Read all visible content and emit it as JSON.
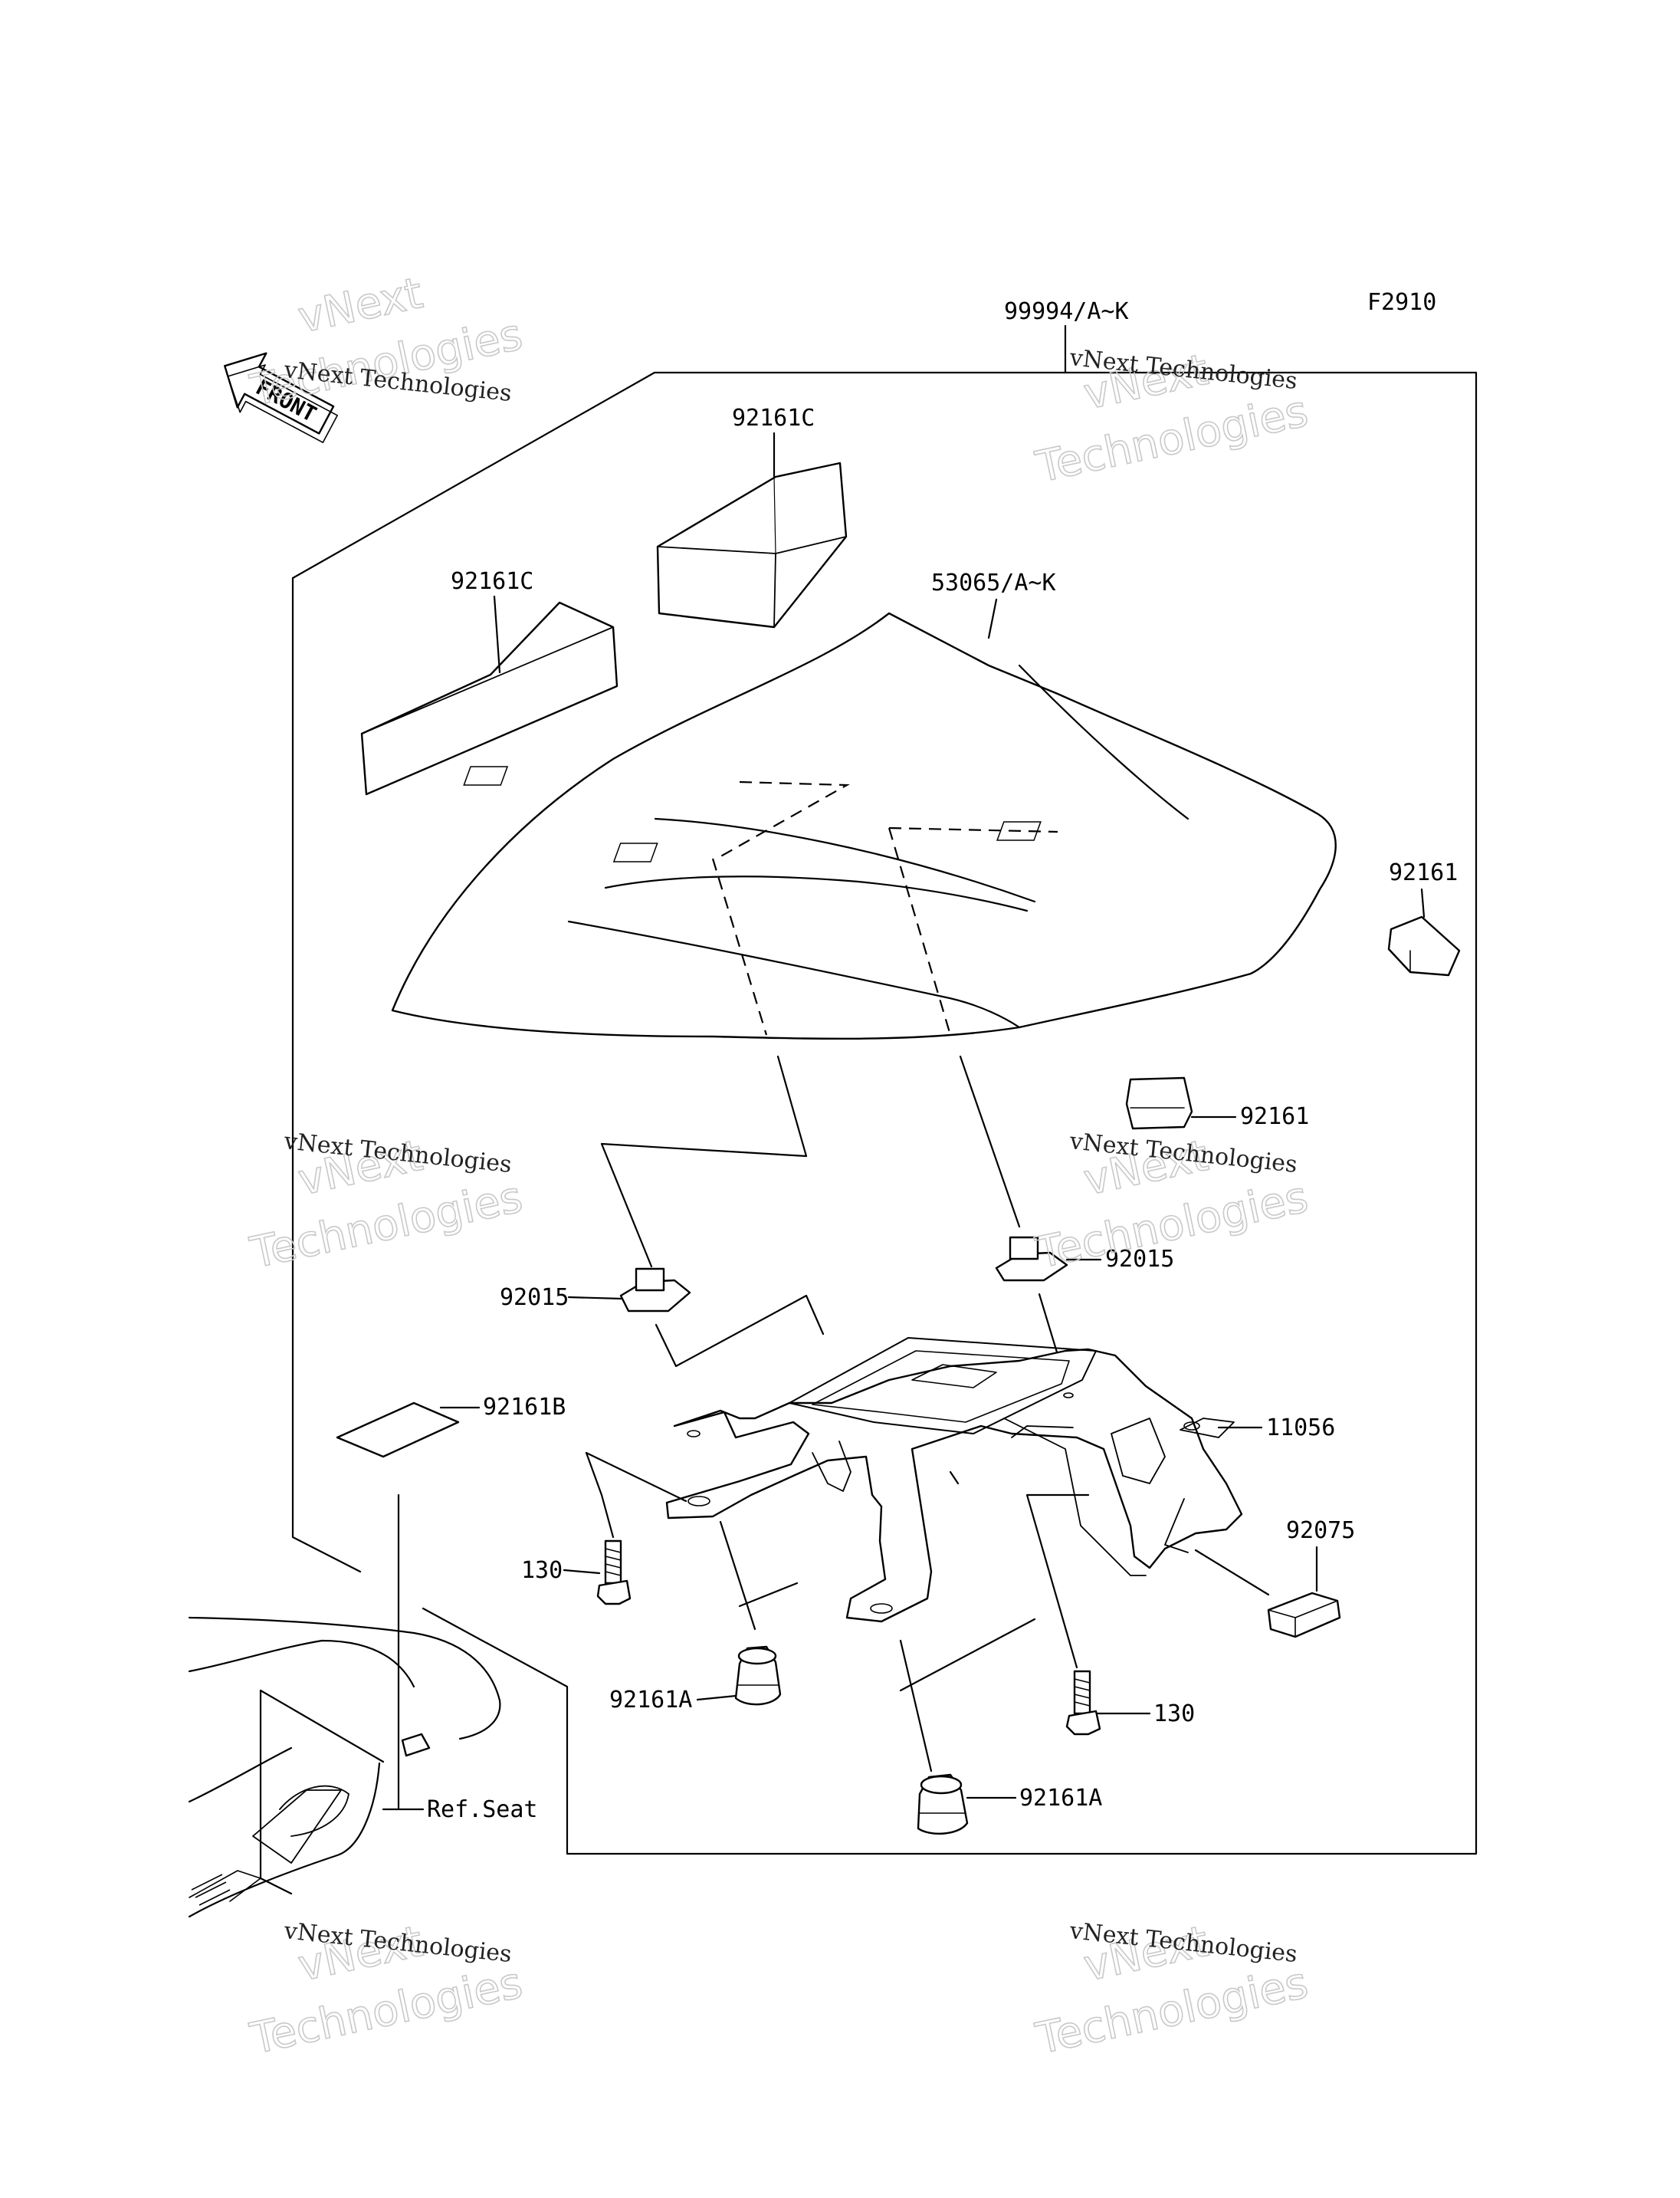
{
  "diagram": {
    "code": "F2910",
    "front_label": "FRONT",
    "watermark_line1": "vNext Technologies",
    "watermark_line2": "vNext",
    "watermark_line3": "Technologies",
    "parts": {
      "assembly": "99994/A~K",
      "seat_cover": "53065/A~K",
      "pad_top_right": "92161C",
      "pad_top_left": "92161C",
      "damper_right": "92161",
      "damper_mid": "92161",
      "nut_left": "92015",
      "nut_right": "92015",
      "pad_flat": "92161B",
      "bracket": "11056",
      "label_block": "92075",
      "bolt_left": "130",
      "bolt_right": "130",
      "rubber_left": "92161A",
      "rubber_right": "92161A",
      "ref_seat": "Ref.Seat"
    }
  }
}
